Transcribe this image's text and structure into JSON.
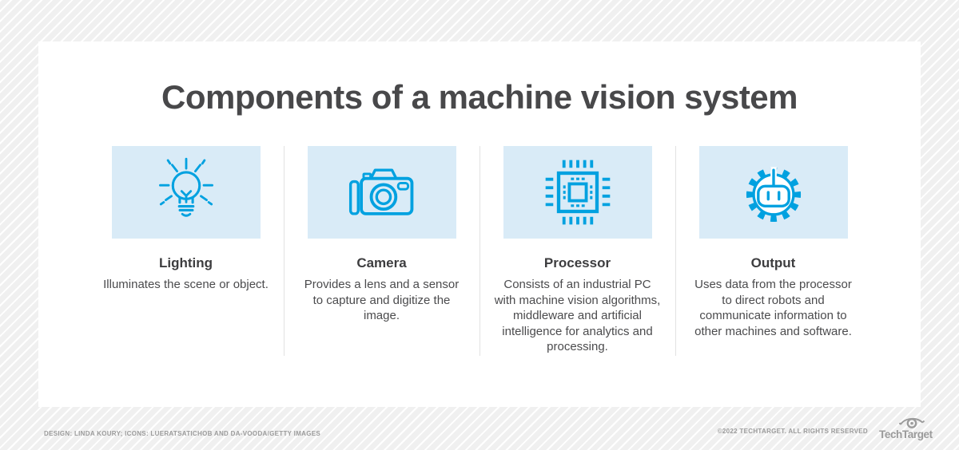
{
  "page": {
    "title": "Components of a machine vision system"
  },
  "components": [
    {
      "name": "Lighting",
      "icon": "lightbulb-icon",
      "description": "Illuminates the scene or object."
    },
    {
      "name": "Camera",
      "icon": "camera-icon",
      "description": "Provides a lens and a sensor to capture and digitize the image."
    },
    {
      "name": "Processor",
      "icon": "processor-chip-icon",
      "description": "Consists of an industrial PC with machine vision algorithms, middleware and artificial intelligence for analytics and processing."
    },
    {
      "name": "Output",
      "icon": "robot-gear-icon",
      "description": "Uses data from the processor to direct robots and communicate information to other machines and software."
    }
  ],
  "footer": {
    "credits": "DESIGN: LINDA KOURY; ICONS: LUERATSATICHOB AND DA-VOODA/GETTY IMAGES",
    "copyright": "©2022 TECHTARGET. ALL RIGHTS RESERVED",
    "brand": "TechTarget"
  },
  "colors": {
    "icon_stroke": "#00a1e0",
    "icon_box_bg": "#d9ebf7",
    "title_text": "#48484a",
    "heading_text": "#3d3d3f",
    "body_text": "#4b4b4d",
    "footer_text": "#9b9b9b",
    "divider": "#e2e2e2"
  }
}
